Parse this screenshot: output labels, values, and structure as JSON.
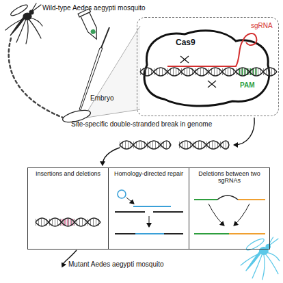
{
  "diagram": {
    "nodes": [
      {
        "text": [
          "Cas9",
          "sgRNA",
          "PAM"
        ]
      },
      {
        "text": [
          "Insertions and deletions"
        ]
      },
      {
        "text": [
          "Homology-directed repair"
        ]
      },
      {
        "text": [
          "Deletions between two sgRNAs"
        ]
      }
    ],
    "labels": [
      "Wild-type Aedes aegypti mosquito",
      "Embryo",
      "Site-specific double-stranded break in genome",
      "Mutant Aedes aegypti mosquito"
    ]
  }
}
